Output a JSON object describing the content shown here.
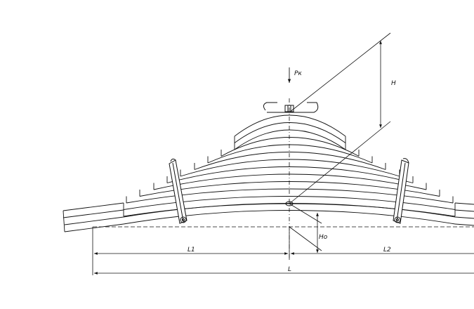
{
  "labels": {
    "load": "Рк",
    "height": "H",
    "deflection": "Ho",
    "left_span": "L1",
    "right_span": "L2",
    "total_length": "L"
  },
  "spring": {
    "leaf_count": 12
  }
}
